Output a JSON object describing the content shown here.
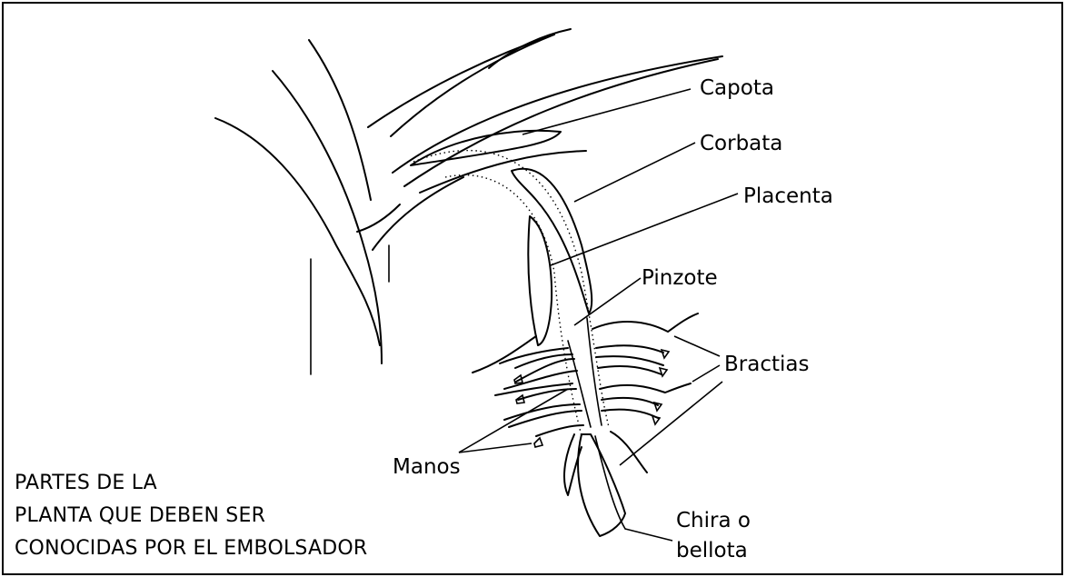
{
  "labels": {
    "capota": "Capota",
    "corbata": "Corbata",
    "placenta": "Placenta",
    "pinzote": "Pinzote",
    "bractias": "Bractias",
    "manos": "Manos",
    "chira_line1": "Chira o",
    "chira_line2": "bellota"
  },
  "caption": {
    "line1": "PARTES DE LA",
    "line2": "PLANTA QUE DEBEN SER",
    "line3": "CONOCIDAS POR EL EMBOLSADOR"
  },
  "colors": {
    "ink": "#000000",
    "background": "#ffffff"
  }
}
